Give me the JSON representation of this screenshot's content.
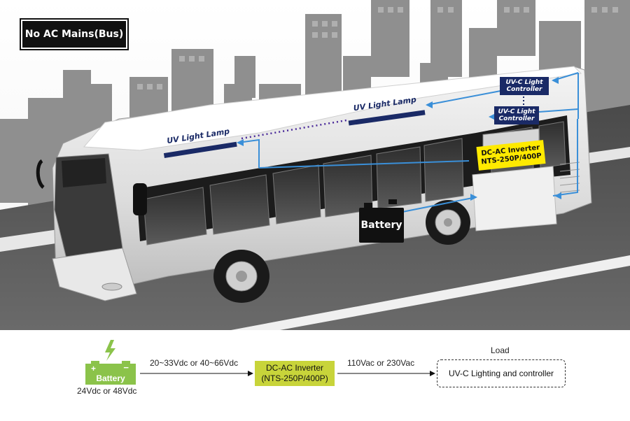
{
  "scene": {
    "tag": "No AC Mains(Bus)",
    "lamp_left": "UV Light Lamp",
    "lamp_right": "UV Light Lamp",
    "controller_top": [
      "UV-C Light",
      "Controller"
    ],
    "controller_mid": [
      "UV-C Light",
      "Controller"
    ],
    "inverter": [
      "DC-AC Inverter",
      "NTS-250P/400P"
    ],
    "battery": "Battery"
  },
  "flow": {
    "battery_label": "Battery",
    "battery_plus": "+",
    "battery_minus": "−",
    "battery_voltage": "24Vdc or 48Vdc",
    "dc_input": "20~33Vdc or 40~66Vdc",
    "inverter_line1": "DC-AC Inverter",
    "inverter_line2": "(NTS-250P/400P)",
    "ac_output": "110Vac or 230Vac",
    "load_title": "Load",
    "load_text": "UV-C Lighting and controller"
  },
  "colors": {
    "accent_blue": "#3a8fd8",
    "lamp_navy": "#1a2a66",
    "lamp_purple": "#4a2a9a",
    "inverter_yellow": "#ffea00",
    "flow_inverter_green": "#c8d43a",
    "battery_green": "#8bc34a"
  },
  "icons": [
    "lightning-icon",
    "battery-icon",
    "arrow-right-icon"
  ]
}
